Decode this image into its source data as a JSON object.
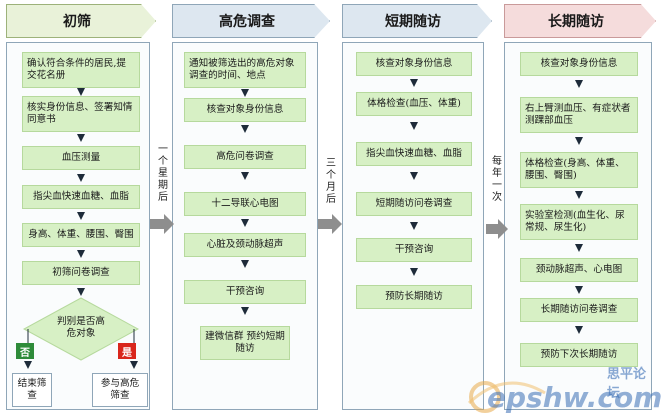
{
  "columns": [
    {
      "title": "初筛"
    },
    {
      "title": "高危调查"
    },
    {
      "title": "短期随访"
    },
    {
      "title": "长期随访"
    }
  ],
  "col1": {
    "steps": [
      "确认符合条件的居民,提交花名册",
      "核实身份信息、签署知情同意书",
      "血压测量",
      "指尖血快速血糖、血脂",
      "身高、体重、腰围、臀围",
      "初筛问卷调查"
    ],
    "decision": "判别是否高危对象",
    "no_label": "否",
    "yes_label": "是",
    "no_result": "结束筛查",
    "yes_result": "参与高危筛查"
  },
  "col2": {
    "steps": [
      "通知被筛选出的高危对象调查的时间、地点",
      "核查对象身份信息",
      "高危问卷调查",
      "十二导联心电图",
      "心脏及颈动脉超声",
      "干预咨询",
      "建微信群 预约短期随访"
    ]
  },
  "col3": {
    "steps": [
      "核查对象身份信息",
      "体格检查(血压、体重)",
      "指尖血快速血糖、血脂",
      "短期随访问卷调查",
      "干预咨询",
      "预防长期随访"
    ]
  },
  "col4": {
    "steps": [
      "核查对象身份信息",
      "右上臂测血压、有症状者测踝部血压",
      "体格检查(身高、体重、腰围、臀围)",
      "实验室检测(血生化、尿常规、尿生化)",
      "颈动脉超声、心电图",
      "长期随访问卷调查",
      "预防下次长期随访"
    ]
  },
  "gaps": [
    "一个星期后",
    "三个月后",
    "每年一次"
  ],
  "colors": {
    "box": "#d7f0c5",
    "arrow": "#1e2b3a",
    "no_tag": "#2e8b3a",
    "yes_tag": "#d9261c"
  },
  "watermark": {
    "cn": "思平论坛",
    "en": "epshw.com"
  }
}
